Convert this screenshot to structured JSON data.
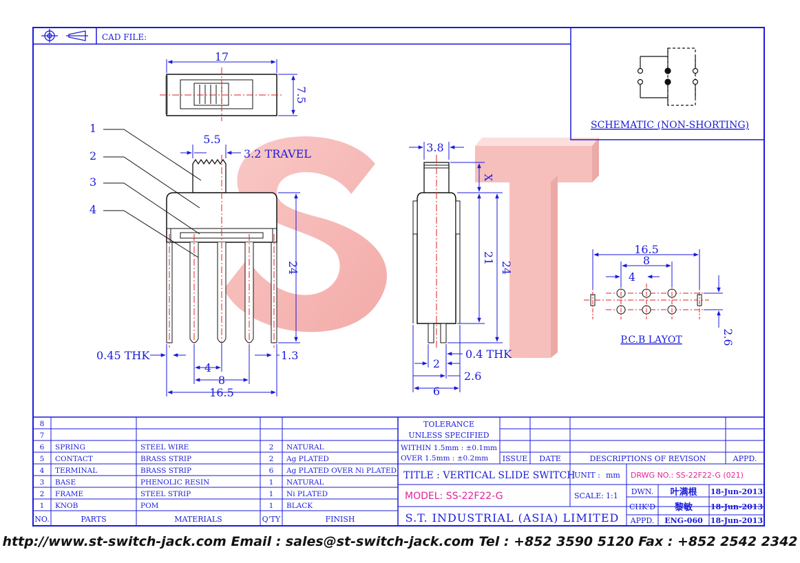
{
  "title_block": {
    "cad_file_label": "CAD FILE:",
    "schematic_label": "SCHEMATIC (NON-SHORTING)",
    "pcb_label": "P.C.B LAYOT",
    "watermark": "ST"
  },
  "dimensions": {
    "top_width": "17",
    "top_height": "7.5",
    "knob_width": "5.5",
    "travel": "3.2  TRAVEL",
    "thk_left": "0.45  THK",
    "side_13": "1.3",
    "pitch_4": "4",
    "pitch_8": "8",
    "total_165": "16.5",
    "height_24": "24",
    "side_38": "3.8",
    "side_x": "X",
    "side_21": "21",
    "side_24": "24",
    "side_2": "2",
    "side_04thk": "0.4  THK",
    "side_26": "2.6",
    "side_6": "6",
    "pcb_165": "16.5",
    "pcb_8": "8",
    "pcb_4": "4",
    "pcb_26": "2.6"
  },
  "callouts": [
    "1",
    "2",
    "3",
    "4"
  ],
  "bom": {
    "headers": {
      "no": "NO.",
      "parts": "PARTS",
      "materials": "MATERIALS",
      "qty": "Q'TY",
      "finish": "FINISH"
    },
    "rows": [
      {
        "no": "8",
        "parts": "",
        "materials": "",
        "qty": "",
        "finish": ""
      },
      {
        "no": "7",
        "parts": "",
        "materials": "",
        "qty": "",
        "finish": ""
      },
      {
        "no": "6",
        "parts": "SPRING",
        "materials": "STEEL WIRE",
        "qty": "2",
        "finish": "NATURAL"
      },
      {
        "no": "5",
        "parts": "CONTACT",
        "materials": "BRASS STRIP",
        "qty": "2",
        "finish": "Ag PLATED"
      },
      {
        "no": "4",
        "parts": "TERMINAL",
        "materials": "BRASS STRIP",
        "qty": "6",
        "finish": "Ag PLATED OVER Ni PLATED"
      },
      {
        "no": "3",
        "parts": "BASE",
        "materials": "PHENOLIC RESIN",
        "qty": "1",
        "finish": "NATURAL"
      },
      {
        "no": "2",
        "parts": "FRAME",
        "materials": "STEEL STRIP",
        "qty": "1",
        "finish": "Ni PLATED"
      },
      {
        "no": "1",
        "parts": "KNOB",
        "materials": "POM",
        "qty": "1",
        "finish": "BLACK"
      }
    ]
  },
  "tolerance": {
    "line1": "TOLERANCE",
    "line2": "UNLESS  SPECIFIED",
    "line3": "WITHIN 1.5mm : ±0.1mm",
    "line4": "OVER   1.5mm : ±0.2mm"
  },
  "revision": {
    "issue": "ISSUE",
    "date": "DATE",
    "descriptions": "DESCRIPTIONS OF REVISON",
    "appd": "APPD."
  },
  "info": {
    "title": "TITLE : VERTICAL SLIDE SWITCH",
    "unit_label": "UNIT :",
    "unit_value": "mm",
    "drwg_no": "DRWG NO.: SS-22F22-G (021)",
    "model": "MODEL: SS-22F22-G",
    "scale_label": "SCALE:",
    "scale_value": "1:1",
    "dwn_label": "DWN.",
    "dwn_name": "叶满根",
    "dwn_date": "18-Jun-2013",
    "chkd_label": "CHK'D",
    "chkd_name": "黎敏",
    "chkd_date": "18-Jun-2013",
    "appd_label": "APPD.",
    "appd_name": "ENG-060",
    "appd_date": "18-Jun-2013",
    "company": "S.T. INDUSTRIAL (ASIA) LIMITED"
  },
  "footer": "http://www.st-switch-jack.com  Email : sales@st-switch-jack.com  Tel : +852 3590 5120  Fax : +852 2542 2342"
}
